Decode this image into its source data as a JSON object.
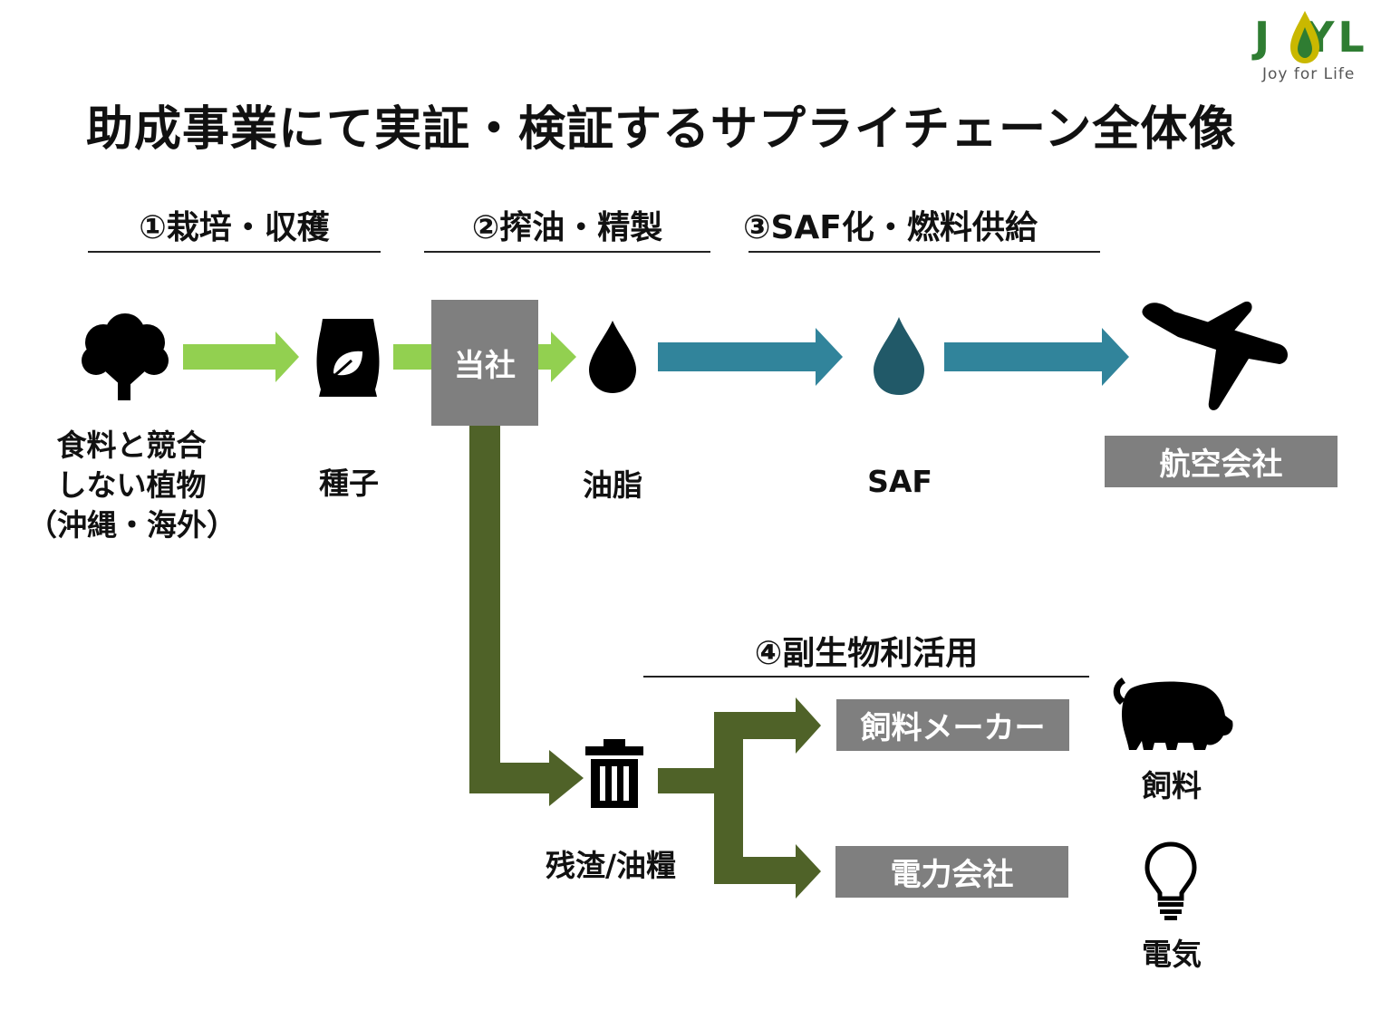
{
  "logo": {
    "brand_left": "J",
    "brand_right": "YL",
    "tagline": "Joy for Life"
  },
  "title": "助成事業にて実証・検証するサプライチェーン全体像",
  "steps": {
    "s1": "①栽培・収穫",
    "s2": "②搾油・精製",
    "s3": "③SAF化・燃料供給",
    "s4": "④副生物利活用"
  },
  "nodes": {
    "plant_line1": "食料と競合",
    "plant_line2": "しない植物",
    "plant_line3": "（沖縄・海外）",
    "seed": "種子",
    "company": "当社",
    "oil": "油脂",
    "saf": "SAF",
    "airline": "航空会社",
    "residue": "残渣/油糧",
    "feed_maker": "飼料メーカー",
    "power_company": "電力会社",
    "feed": "飼料",
    "electricity": "電気"
  },
  "colors": {
    "light_green": "#92d050",
    "teal": "#31849b",
    "dark_teal_drop": "#215968",
    "olive": "#4f6228",
    "gray_box": "#7f7f7f",
    "logo_green": "#2f7d32",
    "logo_yellow": "#c9b800"
  },
  "icons": [
    "tree-icon",
    "seed-bag-icon",
    "oil-drop-icon",
    "saf-drop-icon",
    "airplane-icon",
    "trash-bin-icon",
    "pig-icon",
    "lightbulb-icon"
  ]
}
